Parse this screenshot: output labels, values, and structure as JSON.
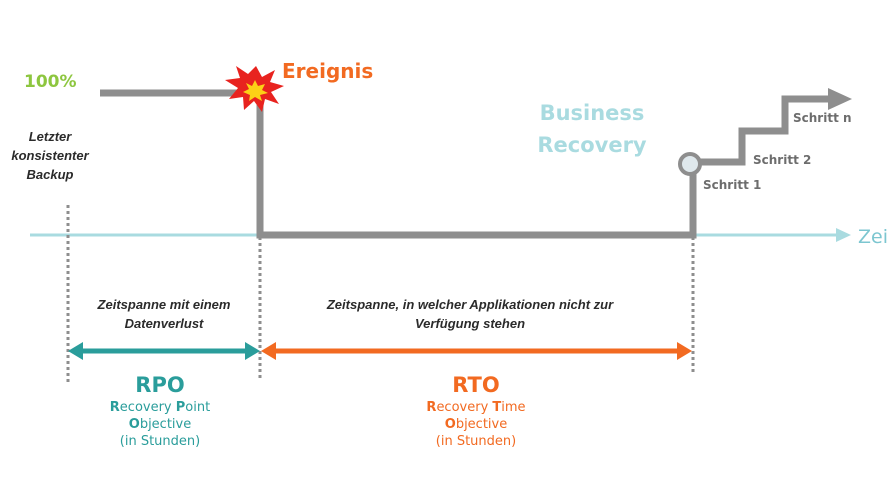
{
  "labels": {
    "hundred_percent": "100%",
    "backup_line1": "Letzter",
    "backup_line2": "konsistenter",
    "backup_line3": "Backup",
    "event": "Ereignis",
    "business_line1": "Business",
    "business_line2": "Recovery",
    "step_1": "Schritt 1",
    "step_2": "Schritt 2",
    "step_n": "Schritt n",
    "time_axis": "Zeit"
  },
  "rpo": {
    "desc_line1": "Zeitspanne mit einem",
    "desc_line2": "Datenverlust",
    "title": "RPO",
    "line1_initial": "R",
    "line1_rest": "ecovery ",
    "line1_initial2": "P",
    "line1_rest2": "oint",
    "line2_initial": "O",
    "line2_rest": "bjective",
    "line3": "(in Stunden)"
  },
  "rto": {
    "desc_line1": "Zeitspanne, in welcher Applikationen nicht zur",
    "desc_line2": "Verfügung stehen",
    "title": "RTO",
    "line1_initial": "R",
    "line1_rest": "ecovery ",
    "line1_initial2": "T",
    "line1_rest2": "ime",
    "line2_initial": "O",
    "line2_rest": "bjective",
    "line3": "(in Stunden)"
  },
  "colors": {
    "process_line": "#8e8e8e",
    "time_axis": "#a9dbe0",
    "rpo": "#2a9d9b",
    "rto": "#f26a21",
    "hundred": "#8dc63f",
    "business": "#a9dbe0",
    "burst_outer": "#e8231f",
    "burst_inner": "#fcd116"
  }
}
